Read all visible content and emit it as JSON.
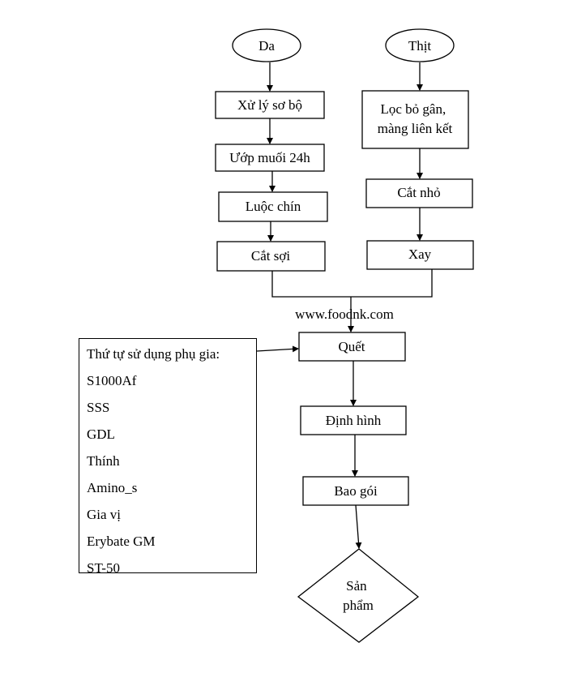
{
  "diagram": {
    "nodes": {
      "da": "Da",
      "thit": "Thịt",
      "xu_ly_so_bo": "Xử lý sơ bộ",
      "uop_muoi": "Ướp muối 24h",
      "luoc_chin": "Luộc chín",
      "cat_soi": "Cắt sợi",
      "loc_bo_gan_1": "Lọc bỏ gân,",
      "loc_bo_gan_2": "màng liên kết",
      "cat_nho": "Cắt nhỏ",
      "xay": "Xay",
      "quet": "Quết",
      "dinh_hinh": "Định hình",
      "bao_goi": "Bao gói",
      "san_pham_1": "Sản",
      "san_pham_2": "phẩm"
    },
    "watermark": "www.foodnk.com",
    "additives": {
      "header": "Thứ tự sử dụng phụ gia:",
      "items": [
        "S1000Af",
        "SSS",
        "GDL",
        "Thính",
        "Amino_s",
        "Gia vị",
        "Erybate GM",
        "ST-50"
      ]
    }
  }
}
